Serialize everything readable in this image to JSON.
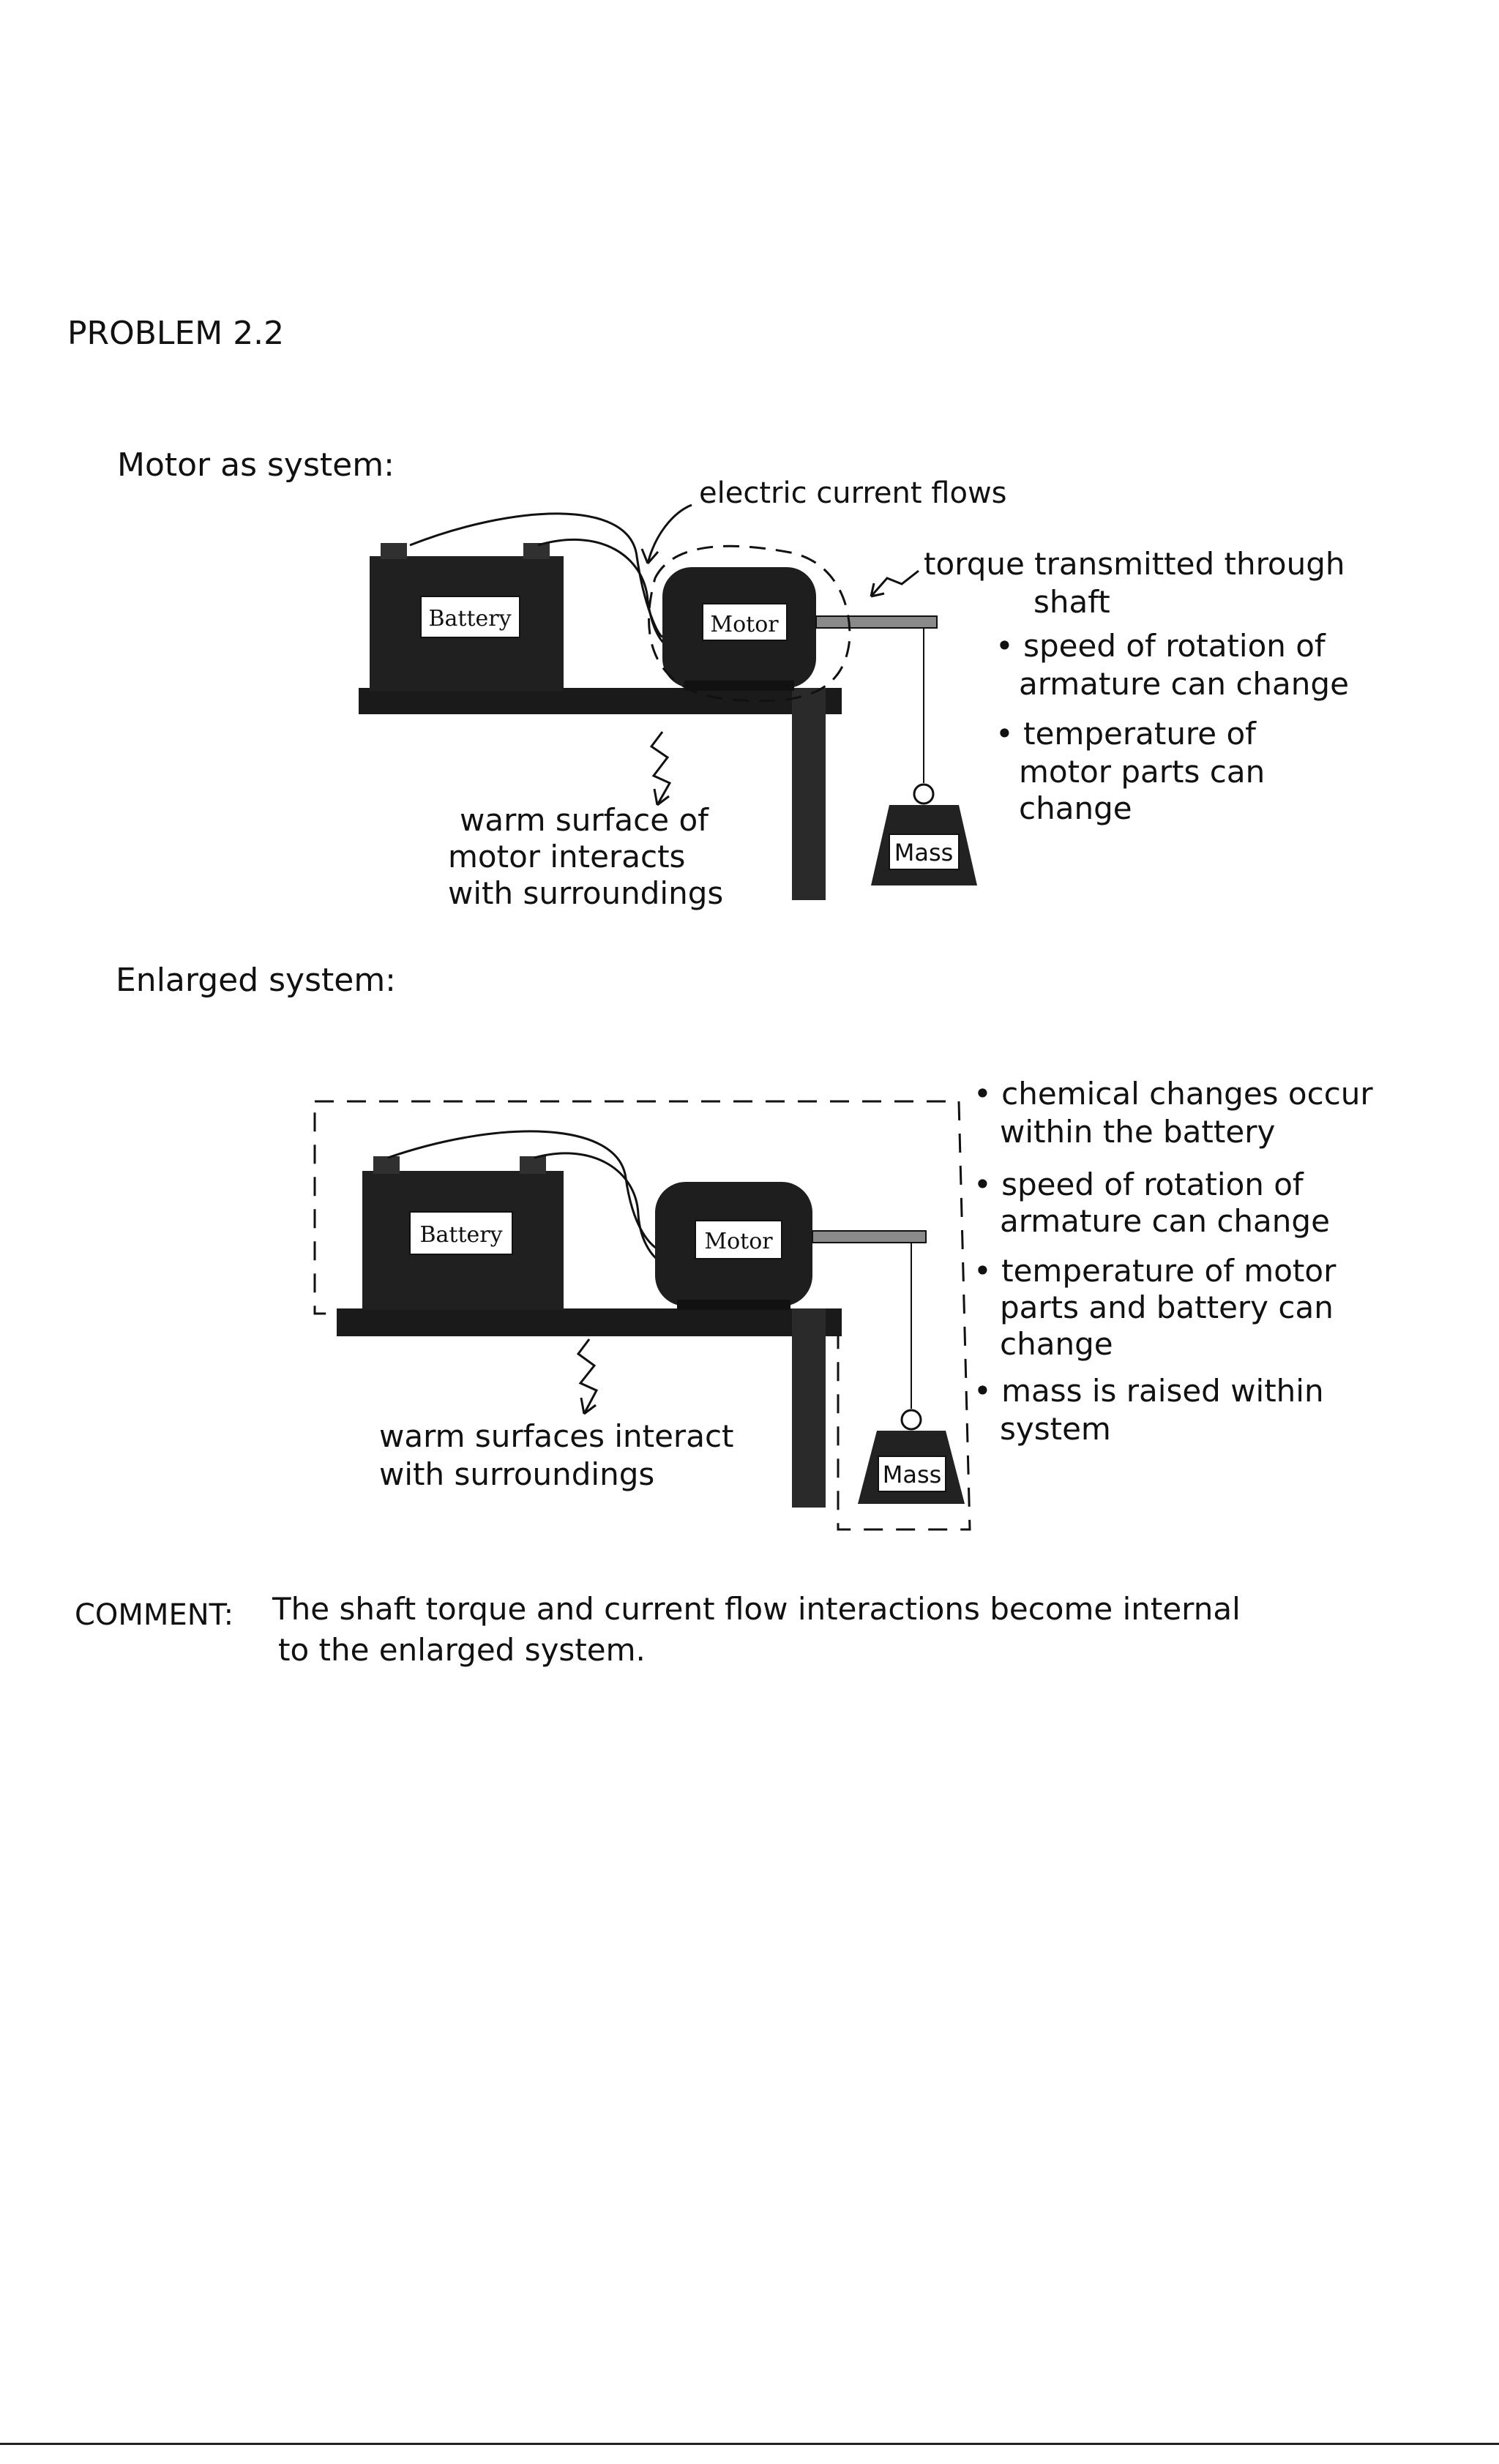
{
  "problem_title": "PROBLEM 2.2",
  "section1": {
    "heading": "Motor as system:",
    "electric_label": "electric current flows",
    "torque_label_1": "torque transmitted through",
    "torque_label_2": "shaft",
    "bullets": [
      [
        "• speed of rotation of",
        "armature can change"
      ],
      [
        "• temperature of",
        "motor parts can",
        "change"
      ]
    ],
    "warm_label": [
      "warm surface of",
      "motor interacts",
      "with surroundings"
    ],
    "battery_label": "Battery",
    "motor_label": "Motor",
    "mass_label": "Mass"
  },
  "section2": {
    "heading": "Enlarged system:",
    "bullets": [
      [
        "• chemical changes occur",
        "within the battery"
      ],
      [
        "• speed of rotation of",
        "armature can change"
      ],
      [
        "• temperature of motor",
        "parts and battery can",
        "change"
      ],
      [
        "• mass is raised within",
        "system"
      ]
    ],
    "warm_label": [
      "warm surfaces interact",
      "with surroundings"
    ],
    "battery_label": "Battery",
    "motor_label": "Motor",
    "mass_label": "Mass"
  },
  "comment": {
    "label": "COMMENT:",
    "line1": "The shaft torque and current flow interactions become internal",
    "line2": "to the enlarged system."
  }
}
